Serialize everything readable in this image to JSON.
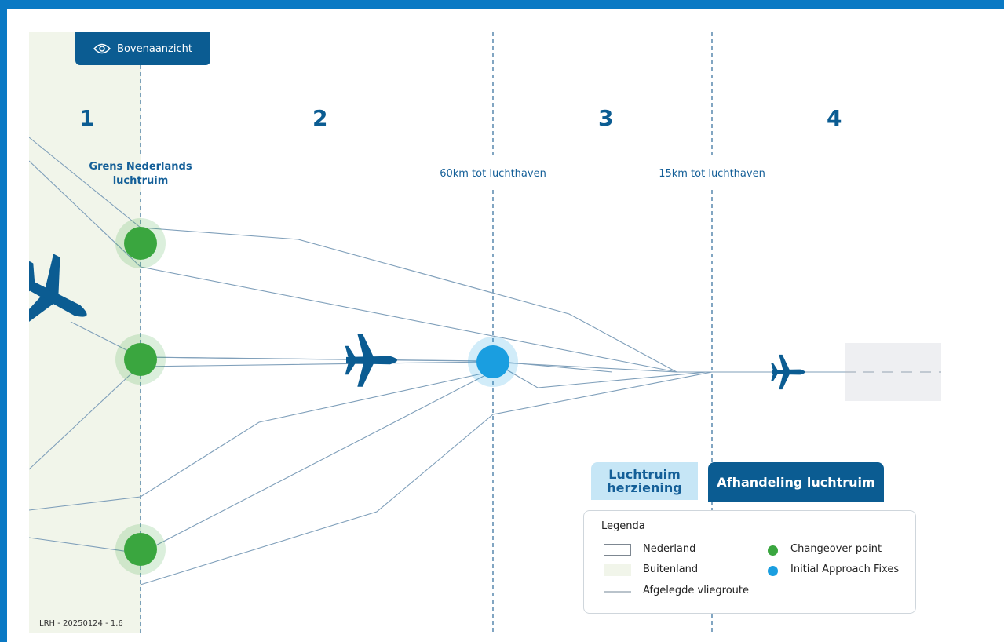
{
  "view_tab": {
    "label": "Bovenaanzicht",
    "icon": "eye-icon"
  },
  "zones": [
    "1",
    "2",
    "3",
    "4"
  ],
  "boundaries": {
    "border": "Grens Nederlands luchtruim",
    "km60": "60km tot luchthaven",
    "km15": "15km tot luchthaven"
  },
  "version": "LRH - 20250124 - 1.6",
  "tabs": {
    "left": "Luchtruim herziening",
    "right": "Afhandeling luchtruim"
  },
  "legend": {
    "title": "Legenda",
    "items": [
      {
        "label": "Nederland"
      },
      {
        "label": "Buitenland"
      },
      {
        "label": "Afgelegde vliegroute"
      },
      {
        "label": "Changeover point",
        "color": "#3aa63f"
      },
      {
        "label": "Initial Approach Fixes",
        "color": "#1a9ee0"
      }
    ]
  },
  "colors": {
    "frame": "#0a79c4",
    "tab_dark": "#0b5c92",
    "tab_light": "#c6e6f6",
    "buitenland": "#f1f5ea",
    "changeover": "#3aa63f",
    "iaf": "#1a9ee0",
    "route": "#7f9fba",
    "aircraft": "#0b5c92"
  }
}
